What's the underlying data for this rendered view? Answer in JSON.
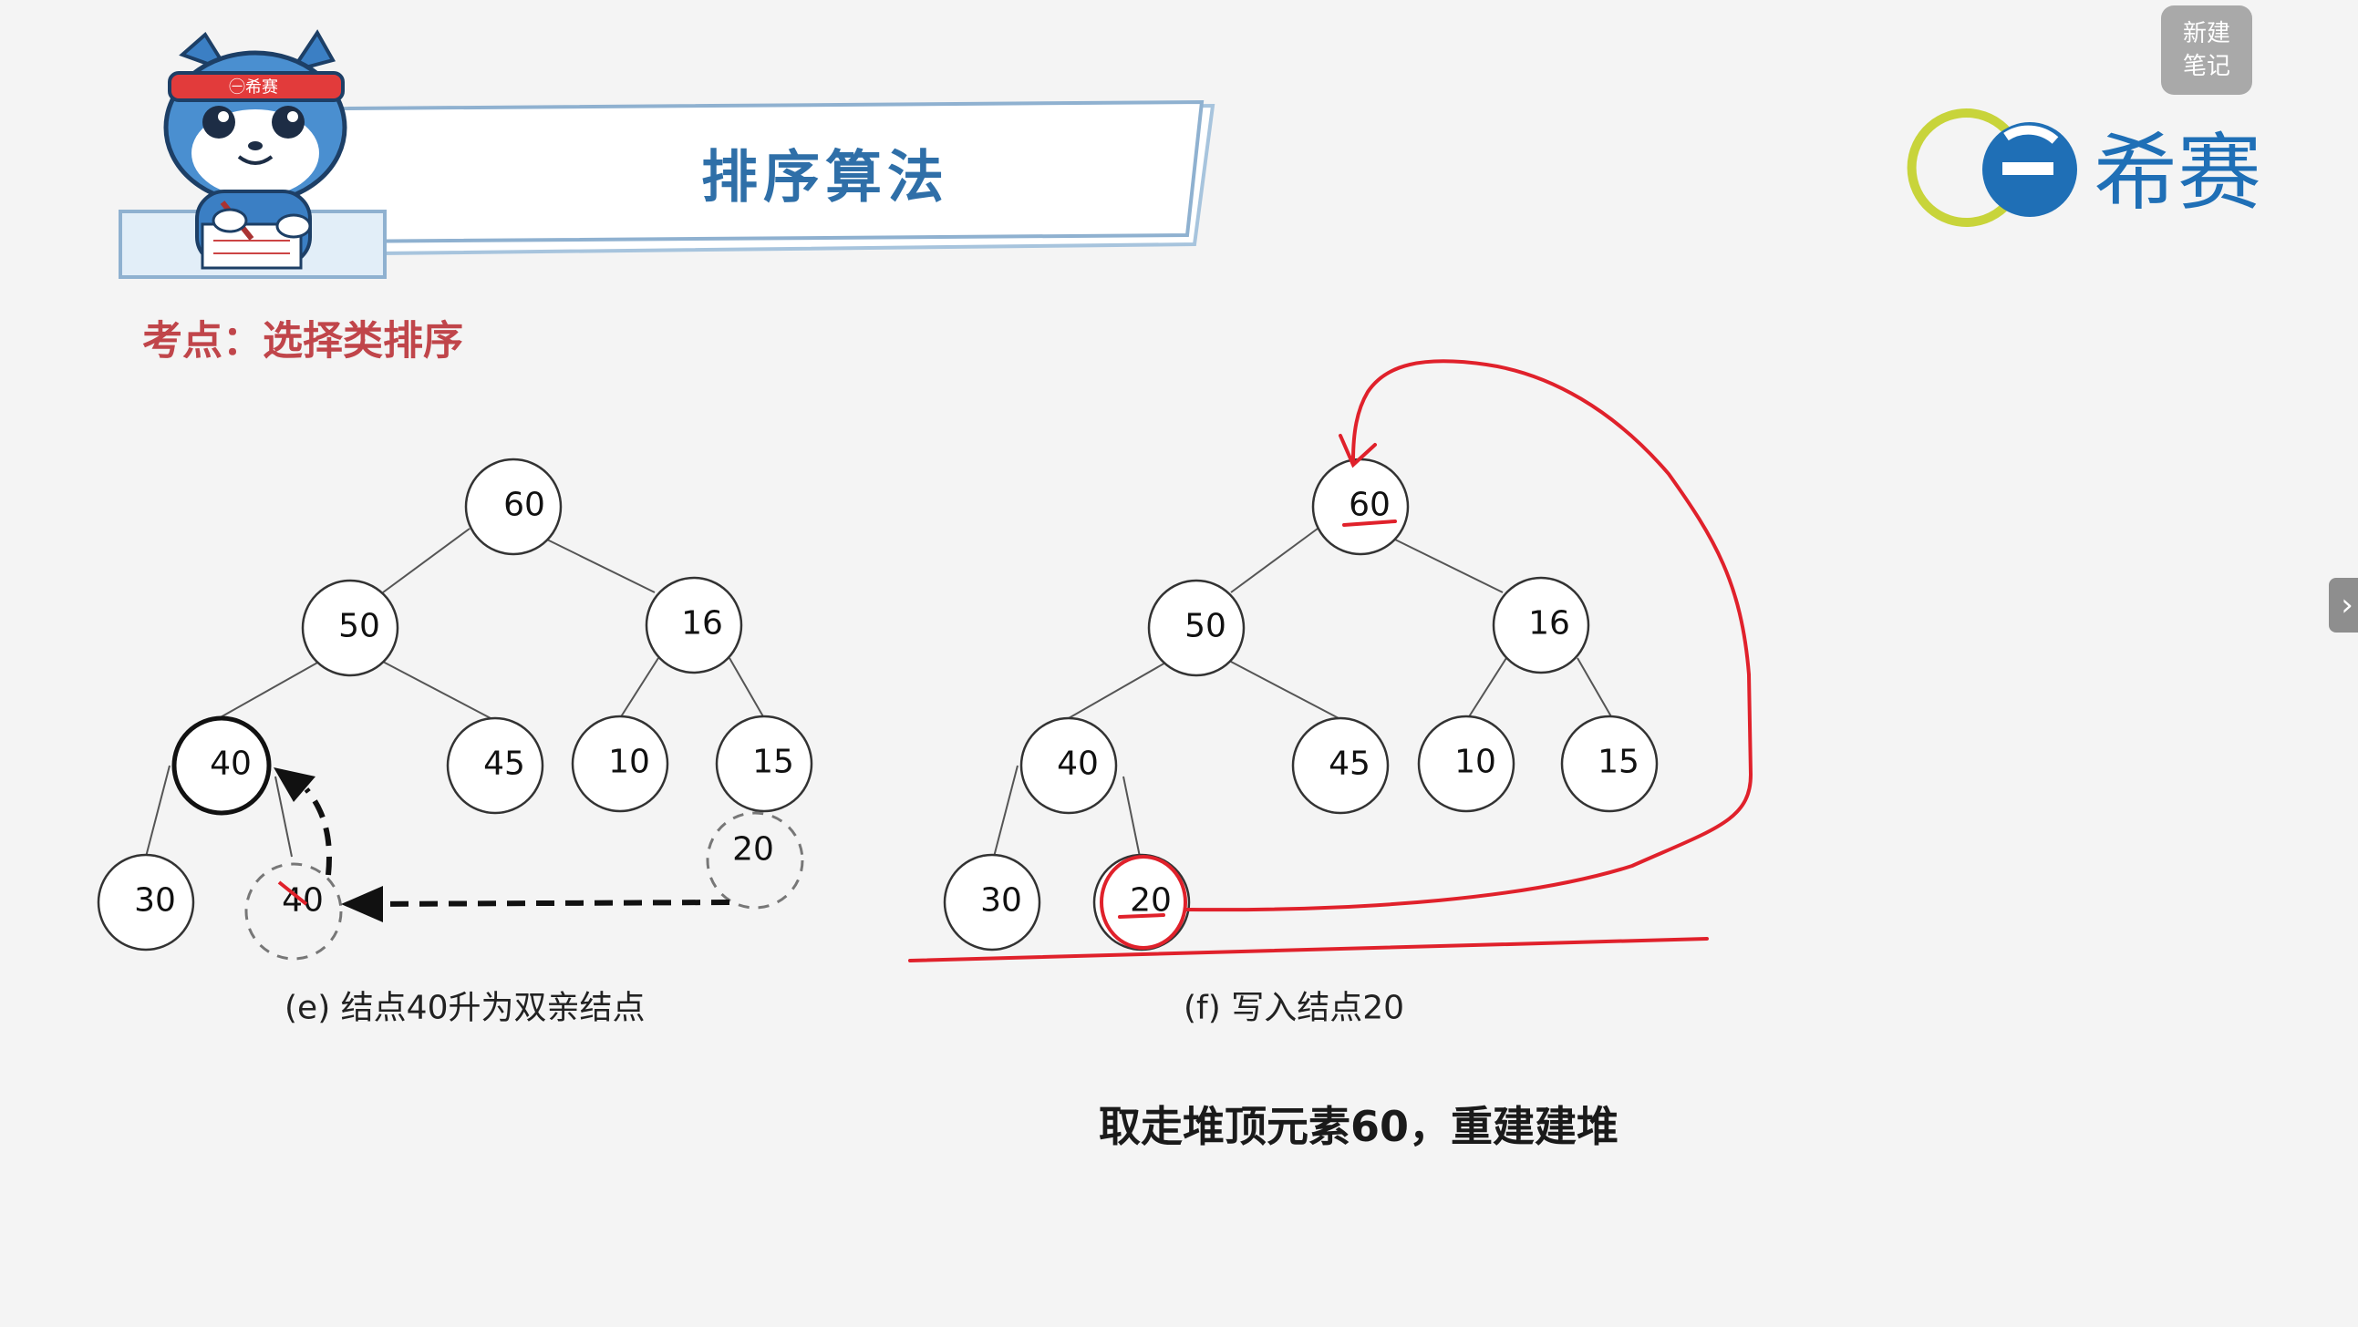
{
  "header": {
    "title": "排序算法",
    "exam_point": "考点：选择类排序",
    "mascot_headband": "㊀希赛",
    "logo_text": "希赛",
    "logo_icon": "e-logo-icon"
  },
  "note_button": {
    "line1": "新建",
    "line2": "笔记"
  },
  "side_tab": {
    "icon": "chevron-right-icon",
    "glyph": "›"
  },
  "tree_e": {
    "caption": "(e)    结点40升为双亲结点",
    "nodes": [
      "60",
      "50",
      "16",
      "40",
      "45",
      "10",
      "15",
      "30",
      "40"
    ],
    "moving_node": "20"
  },
  "tree_f": {
    "caption": "(f)    写入结点20",
    "nodes": [
      "60",
      "50",
      "16",
      "40",
      "45",
      "10",
      "15",
      "30",
      "20"
    ]
  },
  "bottom_text": "取走堆顶元素60，重建建堆",
  "colors": {
    "title": "#2f6fa8",
    "exam": "#c0454a",
    "annotation": "#e0212b",
    "logo": "#1f6fb6"
  }
}
